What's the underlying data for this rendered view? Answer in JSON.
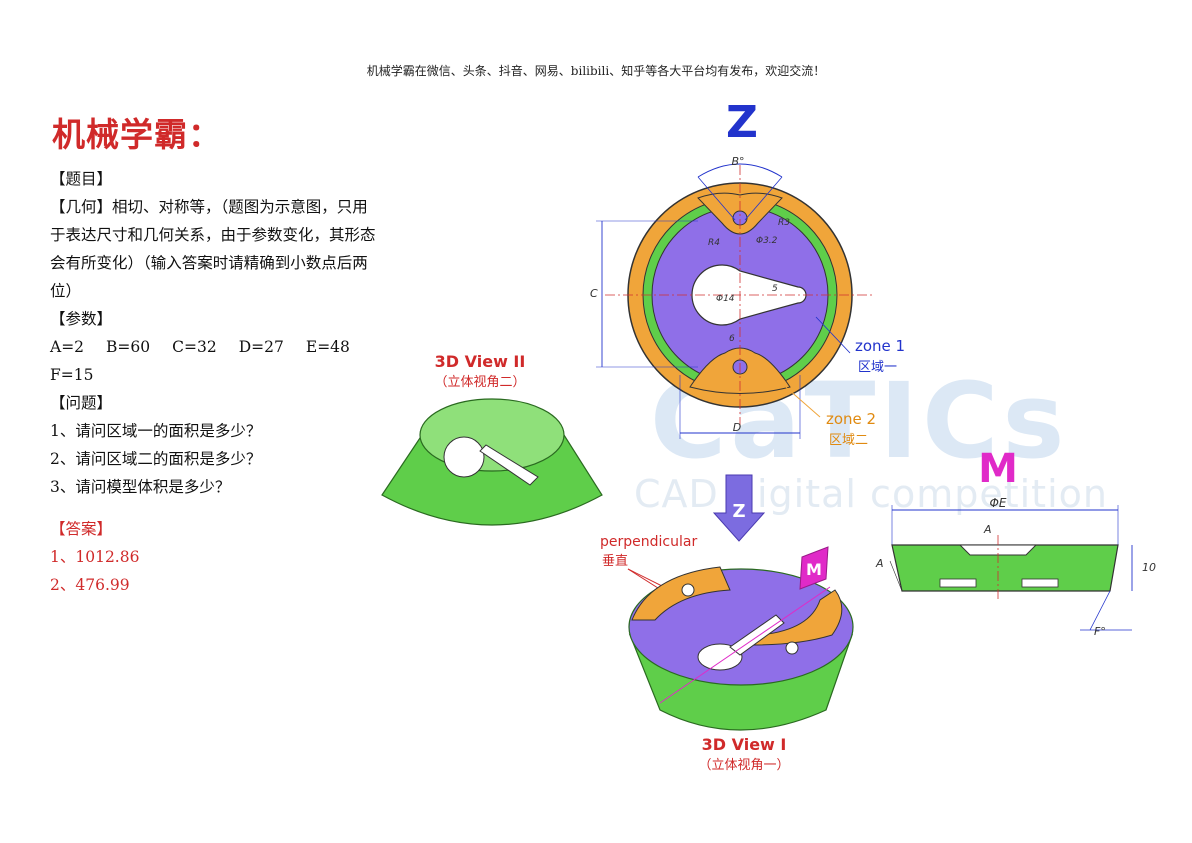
{
  "header_note": "机械学霸在微信、头条、抖音、网易、bilibili、知乎等各大平台均有发布，欢迎交流！",
  "title": "机械学霸：",
  "question": {
    "topic_heading": "【题目】",
    "geometry_line": "【几何】相切、对称等，（题图为示意图，只用于表达尺寸和几何关系，由于参数变化，其形态会有所变化）（输入答案时请精确到小数点后两位）",
    "params_heading": "【参数】",
    "params_row1": [
      "A=2",
      "B=60",
      "C=32",
      "D=27",
      "E=48"
    ],
    "params_row2": [
      "F=15"
    ],
    "problem_heading": "【问题】",
    "problems": [
      "1、请问区域一的面积是多少？",
      "2、请问区域二的面积是多少？",
      "3、请问模型体积是多少？"
    ]
  },
  "answer": {
    "heading": "【答案】",
    "items": [
      "1、1012.86",
      "2、476.99"
    ]
  },
  "figure": {
    "view_z": "Z",
    "view_m": "M",
    "view_3d_2_en": "3D View II",
    "view_3d_2_cn": "（立体视角二）",
    "view_3d_1_en": "3D View I",
    "view_3d_1_cn": "（立体视角一）",
    "zone1_en": "zone 1",
    "zone1_cn": "区域一",
    "zone2_en": "zone 2",
    "zone2_cn": "区域二",
    "perp_en": "perpendicular",
    "perp_cn": "垂直",
    "dim_B": "B°",
    "dim_C": "C",
    "dim_D": "D",
    "dim_R4": "R4",
    "dim_R3": "R3",
    "dim_hole_small": "Φ3.2",
    "dim_hole_big": "Φ14",
    "dim_5": "5",
    "dim_6": "6",
    "dim_E": "ΦE",
    "dim_A": "A",
    "dim_10": "10",
    "dim_F": "F°",
    "arrow_z": "Z",
    "flag_m": "M",
    "colors": {
      "orange": "#f0a53a",
      "purple": "#8f6fe8",
      "green": "#5fce4a",
      "red": "#d02a2a",
      "blue": "#2233cc",
      "magenta": "#e02ac8"
    }
  },
  "watermark": {
    "big": "CaTICs",
    "small": "CAD digital competition"
  }
}
